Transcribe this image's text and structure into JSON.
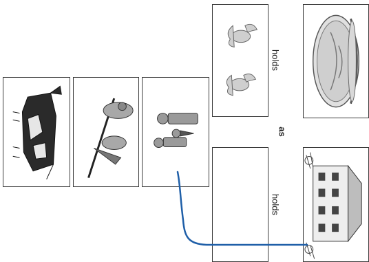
{
  "analogy": {
    "top_relation": "holds",
    "connector": "as",
    "bottom_relation": "holds"
  },
  "cards": {
    "bowl": "fish-bowl",
    "fish": "goldfish",
    "house": "house",
    "answer": "empty-answer-box",
    "choices": [
      "cow",
      "fisherman-with-fish",
      "family"
    ]
  },
  "colors": {
    "ink": "#3a3a3a",
    "match_line": "#1f5fa8"
  }
}
